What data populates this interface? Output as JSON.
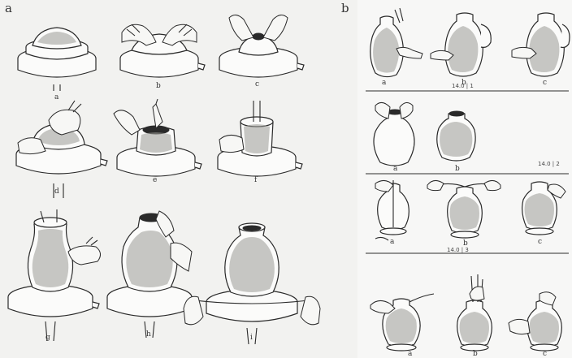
{
  "panels": [
    {
      "letter": "a",
      "steps": [
        {
          "label": "a",
          "stage": "clay-on-wheel"
        },
        {
          "label": "b",
          "stage": "centering"
        },
        {
          "label": "c",
          "stage": "opening"
        },
        {
          "label": "d",
          "stage": "kneading-wall"
        },
        {
          "label": "e",
          "stage": "pulling-wall"
        },
        {
          "label": "f",
          "stage": "raising-cylinder"
        },
        {
          "label": "g",
          "stage": "shaping-body"
        },
        {
          "label": "h",
          "stage": "forming-neck"
        },
        {
          "label": "i",
          "stage": "cutting-off"
        }
      ]
    },
    {
      "letter": "b",
      "rows": [
        {
          "ref": "14.0 | 1",
          "steps": [
            "a",
            "b",
            "c"
          ]
        },
        {
          "ref": "14.0 | 2",
          "steps": [
            "a",
            "b"
          ]
        },
        {
          "ref": "14.0 | 3",
          "steps": [
            "a",
            "b",
            "c"
          ]
        },
        {
          "ref": "",
          "steps": [
            "a",
            "b",
            "c"
          ]
        }
      ]
    }
  ]
}
